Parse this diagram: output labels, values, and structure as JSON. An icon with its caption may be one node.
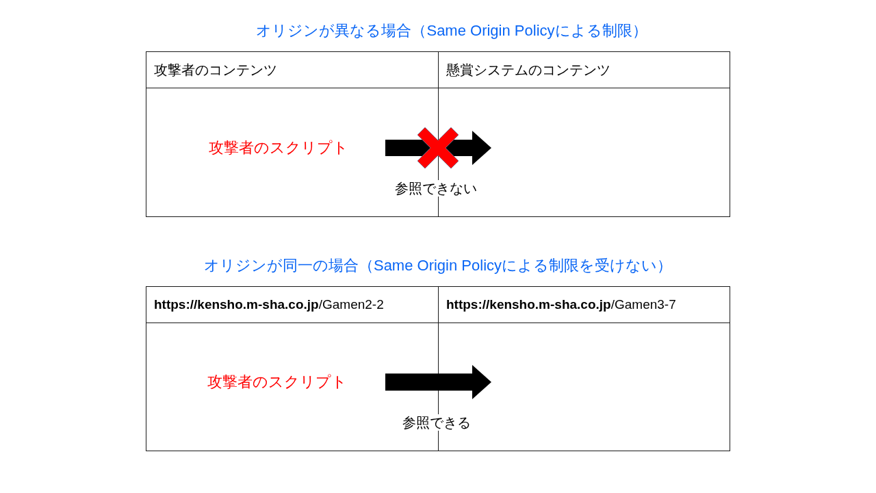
{
  "diagram": {
    "nodes": [
      {
        "text": [
          "攻撃者のコンテンツ"
        ]
      },
      {
        "text": [
          "攻撃者のスクリプト"
        ],
        "in": 0
      },
      {
        "text": [
          "懸賞システムのコンテンツ"
        ]
      },
      {
        "text": [
          "**https://kensho.m-sha.co.jp**/Gamen2-2"
        ]
      },
      {
        "text": [
          "攻撃者のスクリプト"
        ],
        "in": 3
      },
      {
        "text": [
          "**https://kensho.m-sha.co.jp**/Gamen3-7"
        ]
      }
    ],
    "edges": [
      {
        "from": 1,
        "to": 2,
        "arrow": "to",
        "label": "参照できない"
      },
      {
        "from": 4,
        "to": 5,
        "arrow": "to",
        "label": "参照できる"
      }
    ],
    "labels": [
      "オリジンが異なる場合（Same Origin Policyによる制限）",
      "オリジンが同一の場合（Same Origin Policyによる制限を受けない）"
    ]
  }
}
